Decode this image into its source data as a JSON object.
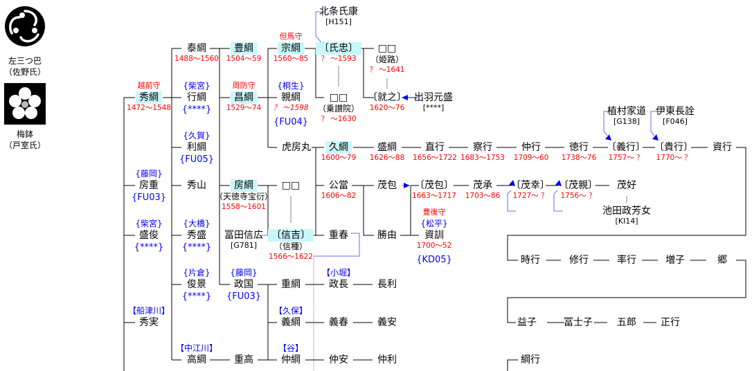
{
  "crests": [
    {
      "name": "左三つ巴",
      "family": "（佐野氏）"
    },
    {
      "name": "梅鉢",
      "family": "（戸室氏）"
    }
  ],
  "nodes": {
    "hidetsuna": {
      "title": "越前守",
      "name": "秀綱",
      "hl": true,
      "dates": "1472～1548"
    },
    "yasutsuna": {
      "name": "泰綱",
      "dates": "1488～1560"
    },
    "yukitsuna": {
      "clan": "{柴宮}",
      "name": "行綱",
      "code": "{****}"
    },
    "toshitsuna": {
      "clan": "{久賀}",
      "name": "利綱",
      "code": "{FU05}"
    },
    "fusashige": {
      "clan": "{藤岡}",
      "name": "房重",
      "code": "{FU03}"
    },
    "shuzan": {
      "name": "秀山"
    },
    "moritoshi": {
      "clan": "{柴宮}",
      "name": "盛俊",
      "code": "{****}"
    },
    "hidemori": {
      "clan": "{大橋}",
      "name": "秀盛",
      "code": "{****}"
    },
    "toshikage": {
      "clan": "{片倉}",
      "name": "俊景",
      "code": "{****}"
    },
    "hidezane": {
      "clan": "【船津川】",
      "name": "秀実"
    },
    "takatsuna": {
      "clan": "【中江川】",
      "name": "高綱"
    },
    "toyotsuna": {
      "name": "豊綱",
      "hl": true,
      "dates": "1504～59"
    },
    "masatsuna": {
      "title": "周防守",
      "name": "昌綱",
      "hl": true,
      "dates": "1529～74"
    },
    "fusatsuna": {
      "name": "房綱",
      "hl": true,
      "alias": "（天徳寺宝衍）",
      "dates": "1558～1601"
    },
    "tomita": {
      "name": "冨田信広",
      "ref": "[G781]"
    },
    "masakuni": {
      "clan": "{藤岡}",
      "name": "政国",
      "code": "{FU03}"
    },
    "shigetaka": {
      "name": "重高"
    },
    "munetsuna": {
      "title": "但馬守",
      "name": "宗綱",
      "hl": true,
      "dates": "1560～85"
    },
    "chikatsuna": {
      "clan": "{桐生}",
      "name": "親綱",
      "dates": "？ ～1598",
      "italic": true,
      "code": "{FU04}"
    },
    "torafusamaru": {
      "name": "虎房丸"
    },
    "unk1": {
      "name": "□□"
    },
    "nobuyoshi": {
      "name": "〔信吉〕",
      "hl": true,
      "alias": "（信種）",
      "dates": "1566～1622"
    },
    "shigetsuna": {
      "name": "重綱"
    },
    "yoshitsuna": {
      "clan": "【久保】",
      "name": "義綱"
    },
    "nakatsuna": {
      "clan": "【谷】",
      "name": "仲綱"
    },
    "ujiyasu": {
      "name": "北条氏康",
      "ref": "[H151]"
    },
    "ujitada": {
      "name": "〔氏忠〕",
      "hl": true,
      "dates": "？ ～1593"
    },
    "unk2": {
      "name": "□□",
      "alias": "（乗讃院）",
      "dates": "？ ～1630"
    },
    "hisatsuna": {
      "name": "久綱",
      "hl": true,
      "dates": "1600～79"
    },
    "kimimasa": {
      "name": "公當",
      "dates": "1606～82"
    },
    "shigeharu": {
      "name": "重春"
    },
    "masanaga": {
      "clan": "【小堀】",
      "name": "政長"
    },
    "yoshiharu": {
      "name": "義春"
    },
    "nakayasu": {
      "name": "仲安"
    },
    "unk3": {
      "name": "□□",
      "alias": "（姫路）",
      "dates": "？ ～1641"
    },
    "nariyuki": {
      "name": "〔就之〕",
      "dates": "1620～76"
    },
    "dewa": {
      "name": "出羽元盛",
      "ref": "[****]"
    },
    "moritsuna": {
      "name": "盛綱",
      "dates": "1626～88"
    },
    "shigekane1": {
      "name": "茂包"
    },
    "katsuyoshi": {
      "name": "勝由"
    },
    "nagatoshi": {
      "name": "長利"
    },
    "yoshiyasu": {
      "name": "義安"
    },
    "nakatoshi": {
      "name": "仲利"
    },
    "naoyuki": {
      "name": "直行",
      "dates": "1656～1722"
    },
    "shigekane2": {
      "name": "〔茂包〕",
      "dates": "1663～1717"
    },
    "suketoki": {
      "title": "豊後守",
      "clan": "{松平}",
      "name": "資訓",
      "dates": "1700～52",
      "code": "{KD05}"
    },
    "satsuyuki": {
      "name": "察行",
      "dates": "1683～1753"
    },
    "shigetsugu": {
      "name": "茂承",
      "dates": "1703～86"
    },
    "nakayuki": {
      "name": "仲行",
      "dates": "1709～60"
    },
    "shigeyuki": {
      "name": "〔茂幸〕",
      "dates": "1727～ ？"
    },
    "noriyuki": {
      "name": "徳行",
      "dates": "1738～76"
    },
    "shigechika": {
      "name": "〔茂親〕",
      "dates": "1756～ ？"
    },
    "shigeyoshi": {
      "name": "茂好"
    },
    "ikeda": {
      "name": "池田政芳女",
      "ref": "[KI14]"
    },
    "uemura": {
      "name": "植村家道",
      "ref": "[G138]"
    },
    "yoshiyuki": {
      "name": "〔義行〕",
      "dates": "1757～ ？"
    },
    "ito": {
      "name": "伊東長詮",
      "ref": "[F046]"
    },
    "takayuki": {
      "name": "〔貴行〕",
      "dates": "1770～ ？"
    },
    "sukeyuki": {
      "name": "資行"
    },
    "tokiyuki": {
      "name": "時行"
    },
    "shuko": {
      "name": "修行"
    },
    "sotsuko": {
      "name": "率行"
    },
    "masuko": {
      "name": "増子"
    },
    "go": {
      "name": "郷"
    },
    "ekiko": {
      "name": "益子"
    },
    "fujiko": {
      "name": "冨士子"
    },
    "goro": {
      "name": "五郎"
    },
    "masayuki": {
      "name": "正行"
    },
    "tsunayuki": {
      "name": "綱行"
    }
  },
  "colors": {
    "highlight": "#c9f6fa",
    "dates": "#ff0000",
    "clan": "#0000ff",
    "link": "#6666ff"
  }
}
